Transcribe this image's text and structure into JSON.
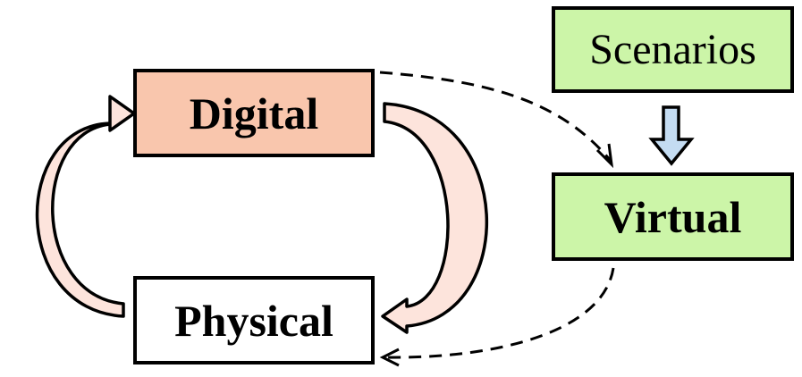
{
  "nodes": {
    "digital": {
      "label": "Digital",
      "fill": "#f9c6ad"
    },
    "physical": {
      "label": "Physical",
      "fill": "#ffffff"
    },
    "scenarios": {
      "label": "Scenarios",
      "fill": "#ccf5a8"
    },
    "virtual": {
      "label": "Virtual",
      "fill": "#ccf5a8"
    }
  },
  "colors": {
    "outline": "#000000",
    "cycle_arrow_fill": "#fde4dc",
    "down_arrow_fill": "#c4dcf2"
  },
  "edges": [
    {
      "from": "physical",
      "to": "digital",
      "style": "hollow-curved-arrow"
    },
    {
      "from": "digital",
      "to": "physical",
      "style": "hollow-curved-arrow"
    },
    {
      "from": "scenarios",
      "to": "virtual",
      "style": "block-arrow"
    },
    {
      "from": "digital",
      "to": "virtual",
      "style": "dashed-arrow"
    },
    {
      "from": "virtual",
      "to": "physical",
      "style": "dashed-arrow"
    }
  ]
}
